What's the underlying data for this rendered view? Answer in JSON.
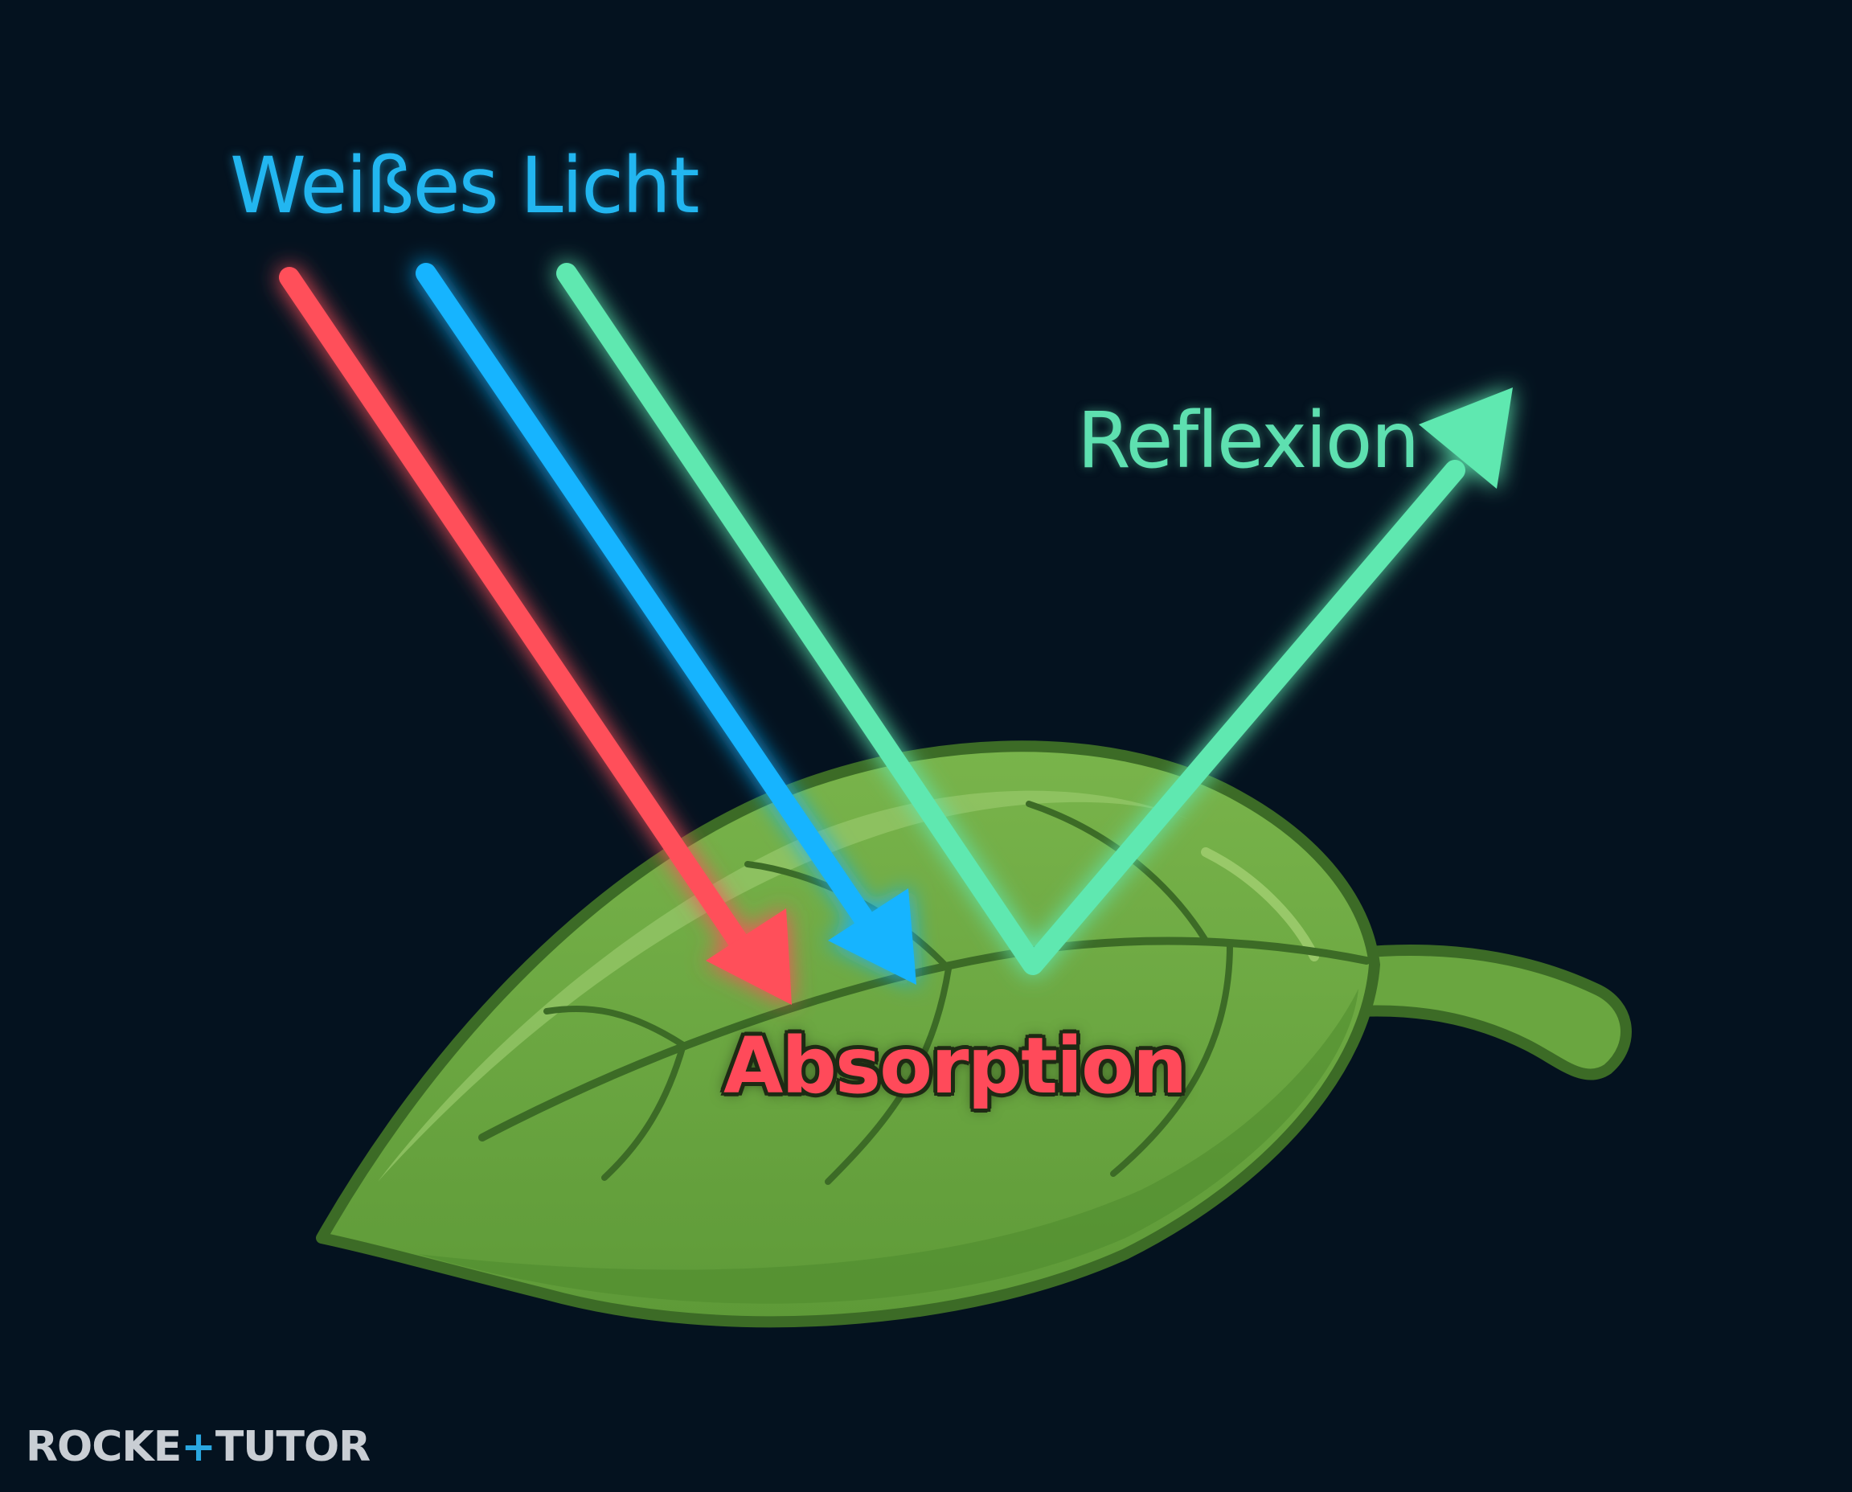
{
  "labels": {
    "white_light": "Weißes Licht",
    "reflection": "Reflexion",
    "absorption": "Absorption"
  },
  "brand": {
    "part1": "ROCKE",
    "plus": "+",
    "part2": "TUTOR"
  },
  "colors": {
    "background": "#04121f",
    "red_ray": "#ff4f5a",
    "blue_ray": "#14b4ff",
    "green_ray": "#5ee8b0",
    "white_light_label": "#22b6f0",
    "reflection_label": "#5ee0b0",
    "absorption_label": "#ff4a5a",
    "leaf_fill": "#6aa640",
    "leaf_outline": "#3c6b26",
    "leaf_highlight": "#93c566",
    "brand_text": "#c9ced4",
    "brand_accent": "#2aa7e0"
  },
  "icons": {
    "leaf": "leaf-icon",
    "arrow": "arrow-icon"
  }
}
